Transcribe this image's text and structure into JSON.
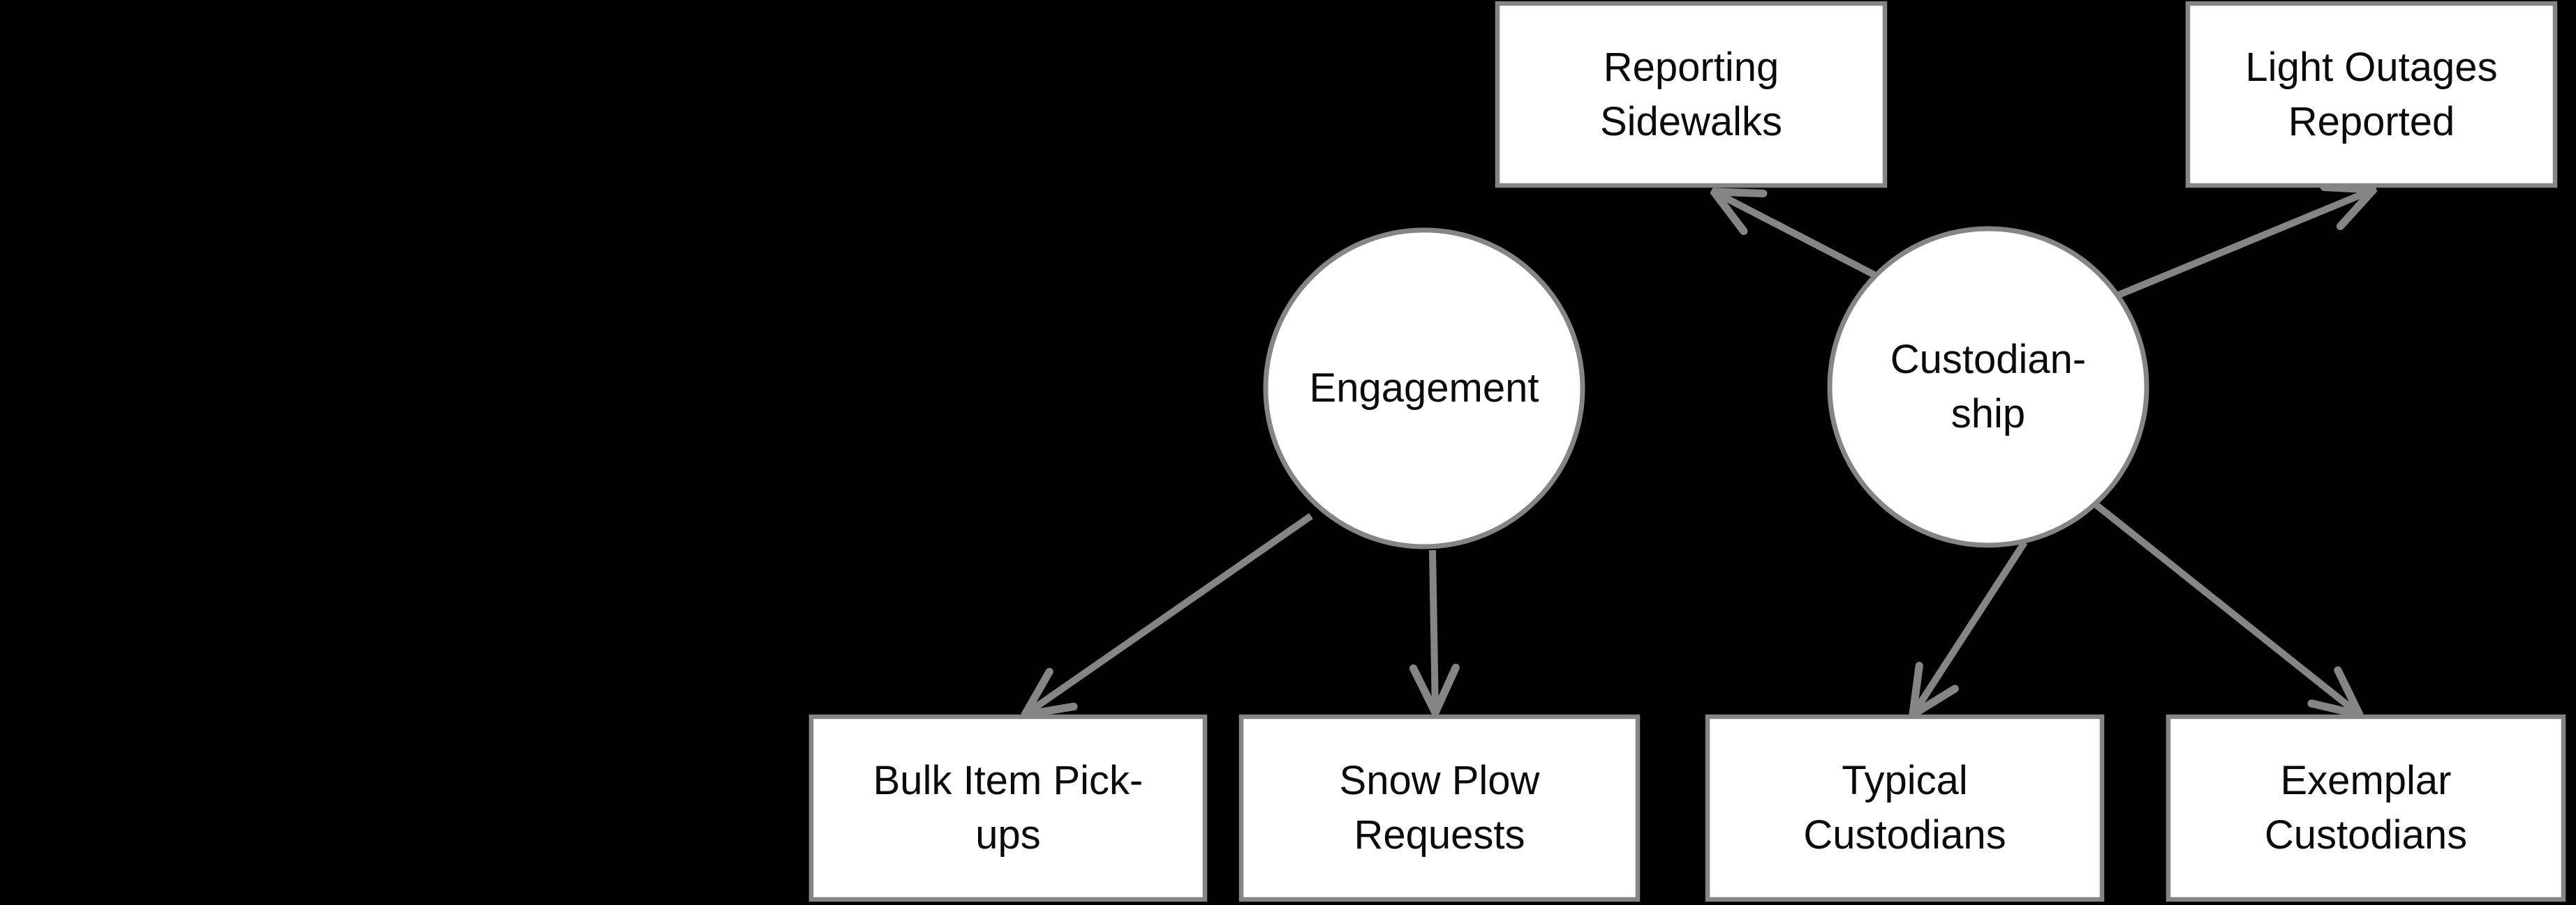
{
  "diagram": {
    "type": "concept-map",
    "background_color": "#000000",
    "node_fill_color": "#ffffff",
    "outline_color": "#858585",
    "text_color": "#0a0a0a",
    "nodes": {
      "engagement": {
        "shape": "circle",
        "label": "Engagement",
        "lines": [
          "Engagement"
        ]
      },
      "custodianship": {
        "shape": "circle",
        "label": "Custodian-ship",
        "lines": [
          "Custodian-",
          "ship"
        ]
      },
      "reporting_sidewalks": {
        "shape": "rectangle",
        "label": "Reporting Sidewalks",
        "lines": [
          "Reporting",
          "Sidewalks"
        ]
      },
      "light_outages": {
        "shape": "rectangle",
        "label": "Light Outages Reported",
        "lines": [
          "Light Outages",
          "Reported"
        ]
      },
      "bulk_item": {
        "shape": "rectangle",
        "label": "Bulk Item Pick-ups",
        "lines": [
          "Bulk Item Pick-",
          "ups"
        ]
      },
      "snow_plow": {
        "shape": "rectangle",
        "label": "Snow Plow Requests",
        "lines": [
          "Snow Plow",
          "Requests"
        ]
      },
      "typical_custodians": {
        "shape": "rectangle",
        "label": "Typical Custodians",
        "lines": [
          "Typical",
          "Custodians"
        ]
      },
      "exemplar_custodians": {
        "shape": "rectangle",
        "label": "Exemplar Custodians",
        "lines": [
          "Exemplar",
          "Custodians"
        ]
      }
    },
    "edges": [
      {
        "from": "custodianship",
        "to": "reporting_sidewalks"
      },
      {
        "from": "custodianship",
        "to": "light_outages"
      },
      {
        "from": "custodianship",
        "to": "typical_custodians"
      },
      {
        "from": "custodianship",
        "to": "exemplar_custodians"
      },
      {
        "from": "engagement",
        "to": "bulk_item"
      },
      {
        "from": "engagement",
        "to": "snow_plow"
      }
    ]
  }
}
